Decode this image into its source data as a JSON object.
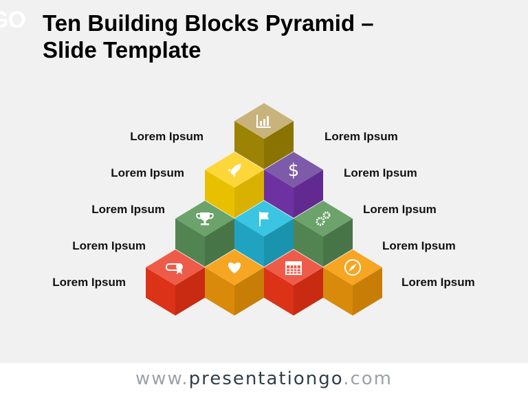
{
  "logo": "GO",
  "title_line1": "Ten Building Blocks Pyramid –",
  "title_line2": "Slide Template",
  "labels_left": [
    "Lorem Ipsum",
    "Lorem Ipsum",
    "Lorem Ipsum",
    "Lorem Ipsum",
    "Lorem Ipsum"
  ],
  "labels_right": [
    "Lorem Ipsum",
    "Lorem Ipsum",
    "Lorem Ipsum",
    "Lorem Ipsum",
    "Lorem Ipsum"
  ],
  "blocks": [
    {
      "row": 0,
      "col": 0,
      "icon": "bar-chart-icon",
      "top": "#c9b37c",
      "left": "#9c8304",
      "right": "#8a7300"
    },
    {
      "row": 1,
      "col": 0,
      "icon": "rocket-icon",
      "top": "#fdd73a",
      "left": "#e9c000",
      "right": "#d9b100"
    },
    {
      "row": 1,
      "col": 1,
      "icon": "dollar-icon",
      "top": "#7d5ba8",
      "left": "#6e31a1",
      "right": "#622a90"
    },
    {
      "row": 2,
      "col": 0,
      "icon": "trophy-icon",
      "top": "#6ba36b",
      "left": "#528452",
      "right": "#487548"
    },
    {
      "row": 2,
      "col": 1,
      "icon": "flag-icon",
      "top": "#3ac5e2",
      "left": "#20a3c0",
      "right": "#1a93ae"
    },
    {
      "row": 2,
      "col": 2,
      "icon": "gears-icon",
      "top": "#6ba36b",
      "left": "#528452",
      "right": "#487548"
    },
    {
      "row": 3,
      "col": 0,
      "icon": "diploma-icon",
      "top": "#ef5b49",
      "left": "#db3218",
      "right": "#c82a12"
    },
    {
      "row": 3,
      "col": 1,
      "icon": "heart-icon",
      "top": "#f6a623",
      "left": "#d98a0a",
      "right": "#c87e06"
    },
    {
      "row": 3,
      "col": 2,
      "icon": "calendar-icon",
      "top": "#ef5b49",
      "left": "#db3218",
      "right": "#c82a12"
    },
    {
      "row": 3,
      "col": 3,
      "icon": "compass-icon",
      "top": "#f6a623",
      "left": "#d98a0a",
      "right": "#c87e06"
    }
  ],
  "footer": {
    "prefix": "www.",
    "brand": "presentationgo",
    "suffix": ".com"
  }
}
